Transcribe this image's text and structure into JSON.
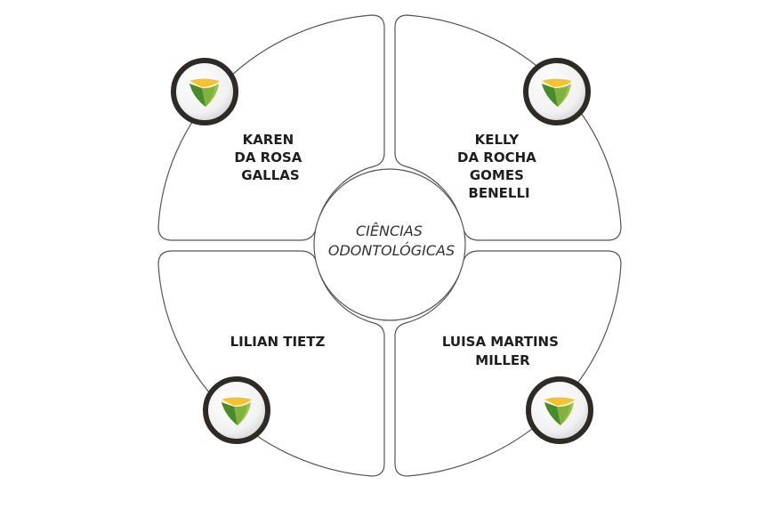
{
  "center": {
    "lines": [
      "CIÊNCIAS",
      "ODONTOLÓGICAS"
    ]
  },
  "quadrants": {
    "top_left": {
      "lines": [
        "KAREN",
        "DA ROSA",
        "GALLAS"
      ]
    },
    "top_right": {
      "lines": [
        "KELLY",
        "DA ROCHA",
        "GOMES",
        "BENELLI"
      ]
    },
    "bottom_left": {
      "lines": [
        "LILIAN TIETZ"
      ]
    },
    "bottom_right": {
      "lines": [
        "LUISA MARTINS",
        "MILLER"
      ]
    }
  },
  "colors": {
    "outline": "#555555",
    "ring": "#2d2a27",
    "logo_yellow": "#f2c230",
    "logo_green_light": "#9cc24a",
    "logo_green_dark": "#4a8a2e",
    "text": "#1e1e1e"
  },
  "icons": {
    "badge": "shield-logo-icon"
  }
}
